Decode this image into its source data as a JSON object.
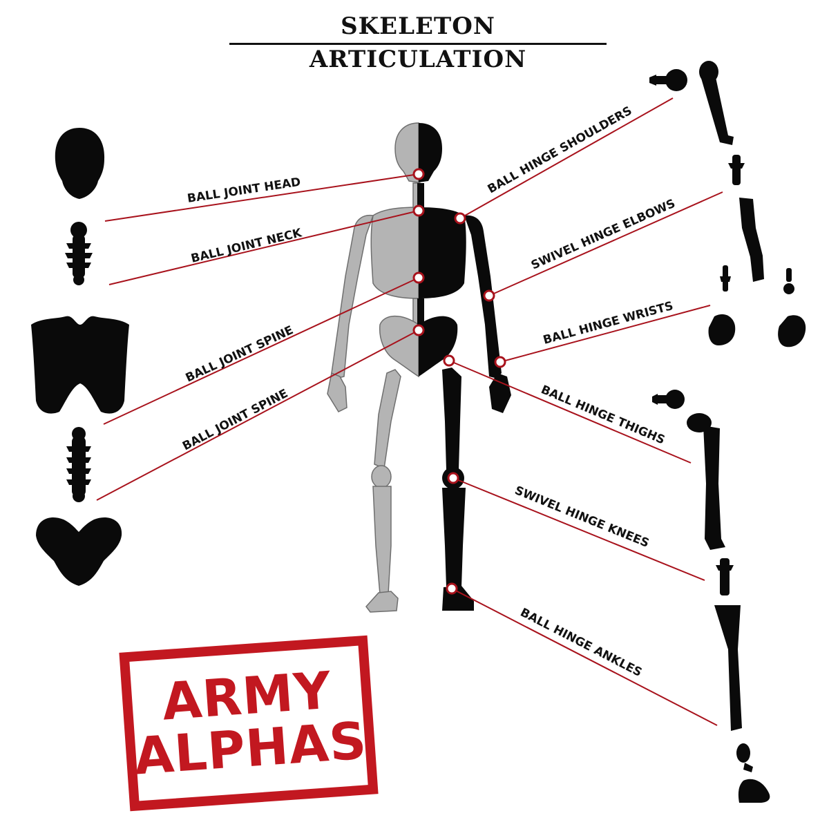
{
  "title": "SKELETON ARTICULATION",
  "joints": {
    "head": "BALL JOINT HEAD",
    "neck": "BALL JOINT NECK",
    "spine_upper": "BALL JOINT SPINE",
    "spine_lower": "BALL JOINT SPINE",
    "shoulders": "BALL HINGE SHOULDERS",
    "elbows": "SWIVEL HINGE ELBOWS",
    "wrists": "BALL HINGE WRISTS",
    "thighs": "BALL HINGE THIGHS",
    "knees": "SWIVEL HINGE KNEES",
    "ankles": "BALL HINGE ANKLES"
  },
  "logo": {
    "line1": "ARMY",
    "line2": "ALPHAS"
  },
  "colors": {
    "accent": "#a8121c",
    "stamp": "#c21820",
    "silhouette": "#0a0a0a",
    "bone": "#b4b4b4"
  }
}
